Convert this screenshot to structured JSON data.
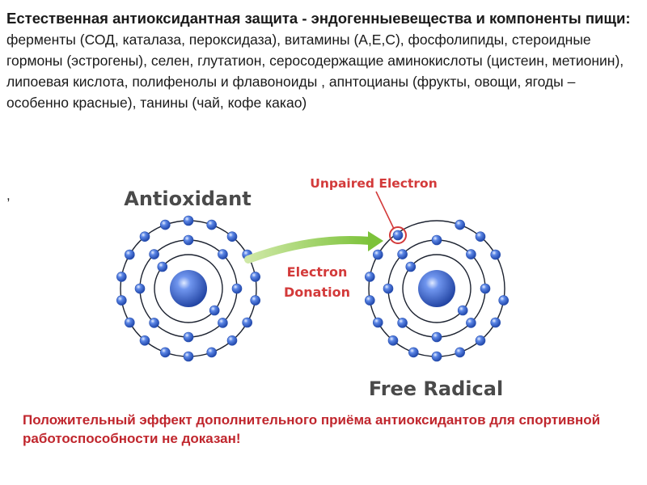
{
  "intro": {
    "lead": "Естественная антиоксидантная защита - эндогенныевещества и компоненты пищи:",
    "body": " ферменты (СОД, каталаза, пероксидаза), витамины (А,Е,С), фосфолипиды,  стероидные гормоны (эстрогены), селен, глутатион, серосодержащие аминокислоты (цистеин, метионин), липоевая кислота, полифенолы и  флавоноиды , апнтоцианы (фрукты, овощи, ягоды – особенно красные), танины (чай, кофе какао)"
  },
  "stray_comma": ",",
  "diagram": {
    "antioxidant_label": "Antioxidant",
    "free_radical_label": "Free Radical",
    "unpaired_label": "Unpaired Electron",
    "donation_line1": "Electron",
    "donation_line2": "Donation",
    "colors": {
      "nucleus": "#2a55c8",
      "electron": "#3a66d4",
      "orbit": "#1c2230",
      "arrow": "#7cc23a",
      "highlight": "#d33a3a",
      "heading": "#4a4a4a"
    }
  },
  "conclusion": "Положительный эффект дополнительного приёма антиоксидантов для спортивной работоспособности не доказан!"
}
